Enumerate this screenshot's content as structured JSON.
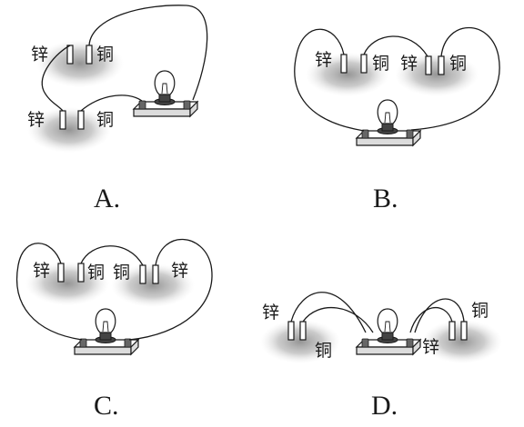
{
  "materials": {
    "zinc": "锌",
    "copper": "铜"
  },
  "options": {
    "a": {
      "caption": "A.",
      "labels": [
        "锌",
        "铜",
        "锌",
        "铜"
      ]
    },
    "b": {
      "caption": "B.",
      "labels": [
        "锌",
        "铜",
        "锌",
        "铜"
      ]
    },
    "c": {
      "caption": "C.",
      "labels": [
        "锌",
        "铜",
        "铜",
        "锌"
      ]
    },
    "d": {
      "caption": "D.",
      "labels": [
        "锌",
        "铜",
        "锌",
        "铜"
      ]
    }
  },
  "colors": {
    "ink": "#1a1a1a",
    "fruit": "#9a9a9a",
    "board": "#ffffff"
  }
}
